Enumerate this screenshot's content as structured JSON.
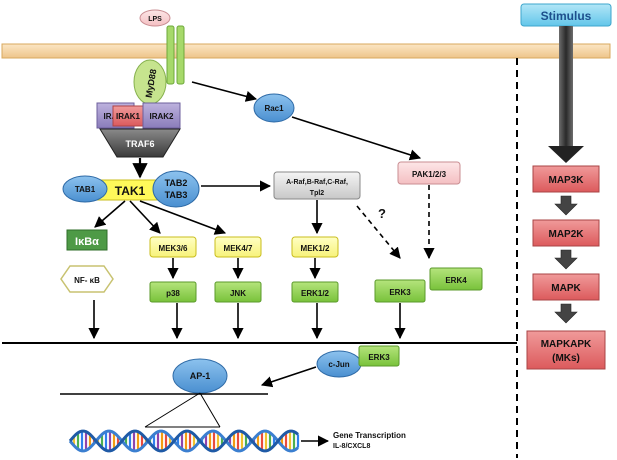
{
  "membrane": {
    "lps": "LPS",
    "myd88": "MyD88"
  },
  "receptor_complex": {
    "irak4": "IRAK4",
    "irak1": "IRAK1",
    "irak2": "IRAK2",
    "traf6": "TRAF6"
  },
  "tak_complex": {
    "tab1": "TAB1",
    "tak1": "TAK1",
    "tab2": "TAB2",
    "tab3": "TAB3"
  },
  "pathway": {
    "rac1": "Rac1",
    "pak": "PAK1/2/3",
    "raf_line1": "A-Raf,B-Raf,C-Raf,",
    "raf_line2": "Tpl2",
    "ikba": "IκBα",
    "nfkb": "NF- κB",
    "mek36": "MEK3/6",
    "mek47": "MEK4/7",
    "mek12": "MEK1/2",
    "p38": "p38",
    "jnk": "JNK",
    "erk12": "ERK1/2",
    "erk3": "ERK3",
    "erk4": "ERK4",
    "question": "?"
  },
  "nucleus": {
    "cjun": "c-Jun",
    "erk3_nuclear": "ERK3",
    "ap1": "AP-1",
    "gene_line1": "Gene Transcription",
    "gene_line2": "IL-8/CXCL8"
  },
  "cascade": {
    "stimulus": "Stimulus",
    "map3k": "MAP3K",
    "map2k": "MAP2K",
    "mapk": "MAPK",
    "mapkapk_line1": "MAPKAPK",
    "mapkapk_line2": "(MKs)"
  },
  "colors": {
    "membrane": "#f6d9a8",
    "green_box": "#8fd14f",
    "yellow_box": "#ffff99",
    "blue_node": "#5b9bd5",
    "purple_box": "#9b8ec4",
    "red_box": "#e8686a",
    "pink_box": "#f8d1d3",
    "stimulus": "#7fd3ef"
  }
}
